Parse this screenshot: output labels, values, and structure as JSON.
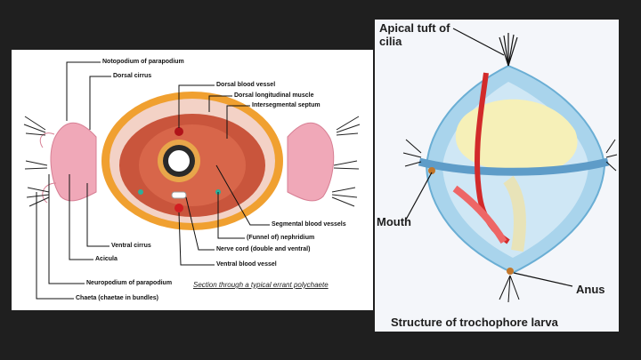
{
  "left_diagram": {
    "caption": "Section through a typical errant polychaete",
    "labels": {
      "notopodium": "Notopodium of parapodium",
      "dorsal_cirrus": "Dorsal cirrus",
      "dorsal_blood_vessel": "Dorsal blood vessel",
      "dorsal_longitudinal_muscle": "Dorsal longitudinal muscle",
      "intersegmental_septum": "Intersegmental septum",
      "segmental_blood_vessels": "Segmental blood vessels",
      "nephridium": "(Funnel of) nephridium",
      "nerve_cord": "Nerve cord (double and ventral)",
      "ventral_blood_vessel": "Ventral blood vessel",
      "ventral_cirrus": "Ventral cirrus",
      "acicula": "Acicula",
      "neuropodium": "Neuropodium of parapodium",
      "chaeta": "Chaeta (chaetae in bundles)"
    }
  },
  "right_diagram": {
    "title": "Structure of trochophore larva",
    "labels": {
      "apical_tuft": "Apical tuft of cilia",
      "mouth": "Mouth",
      "anus": "Anus"
    }
  }
}
